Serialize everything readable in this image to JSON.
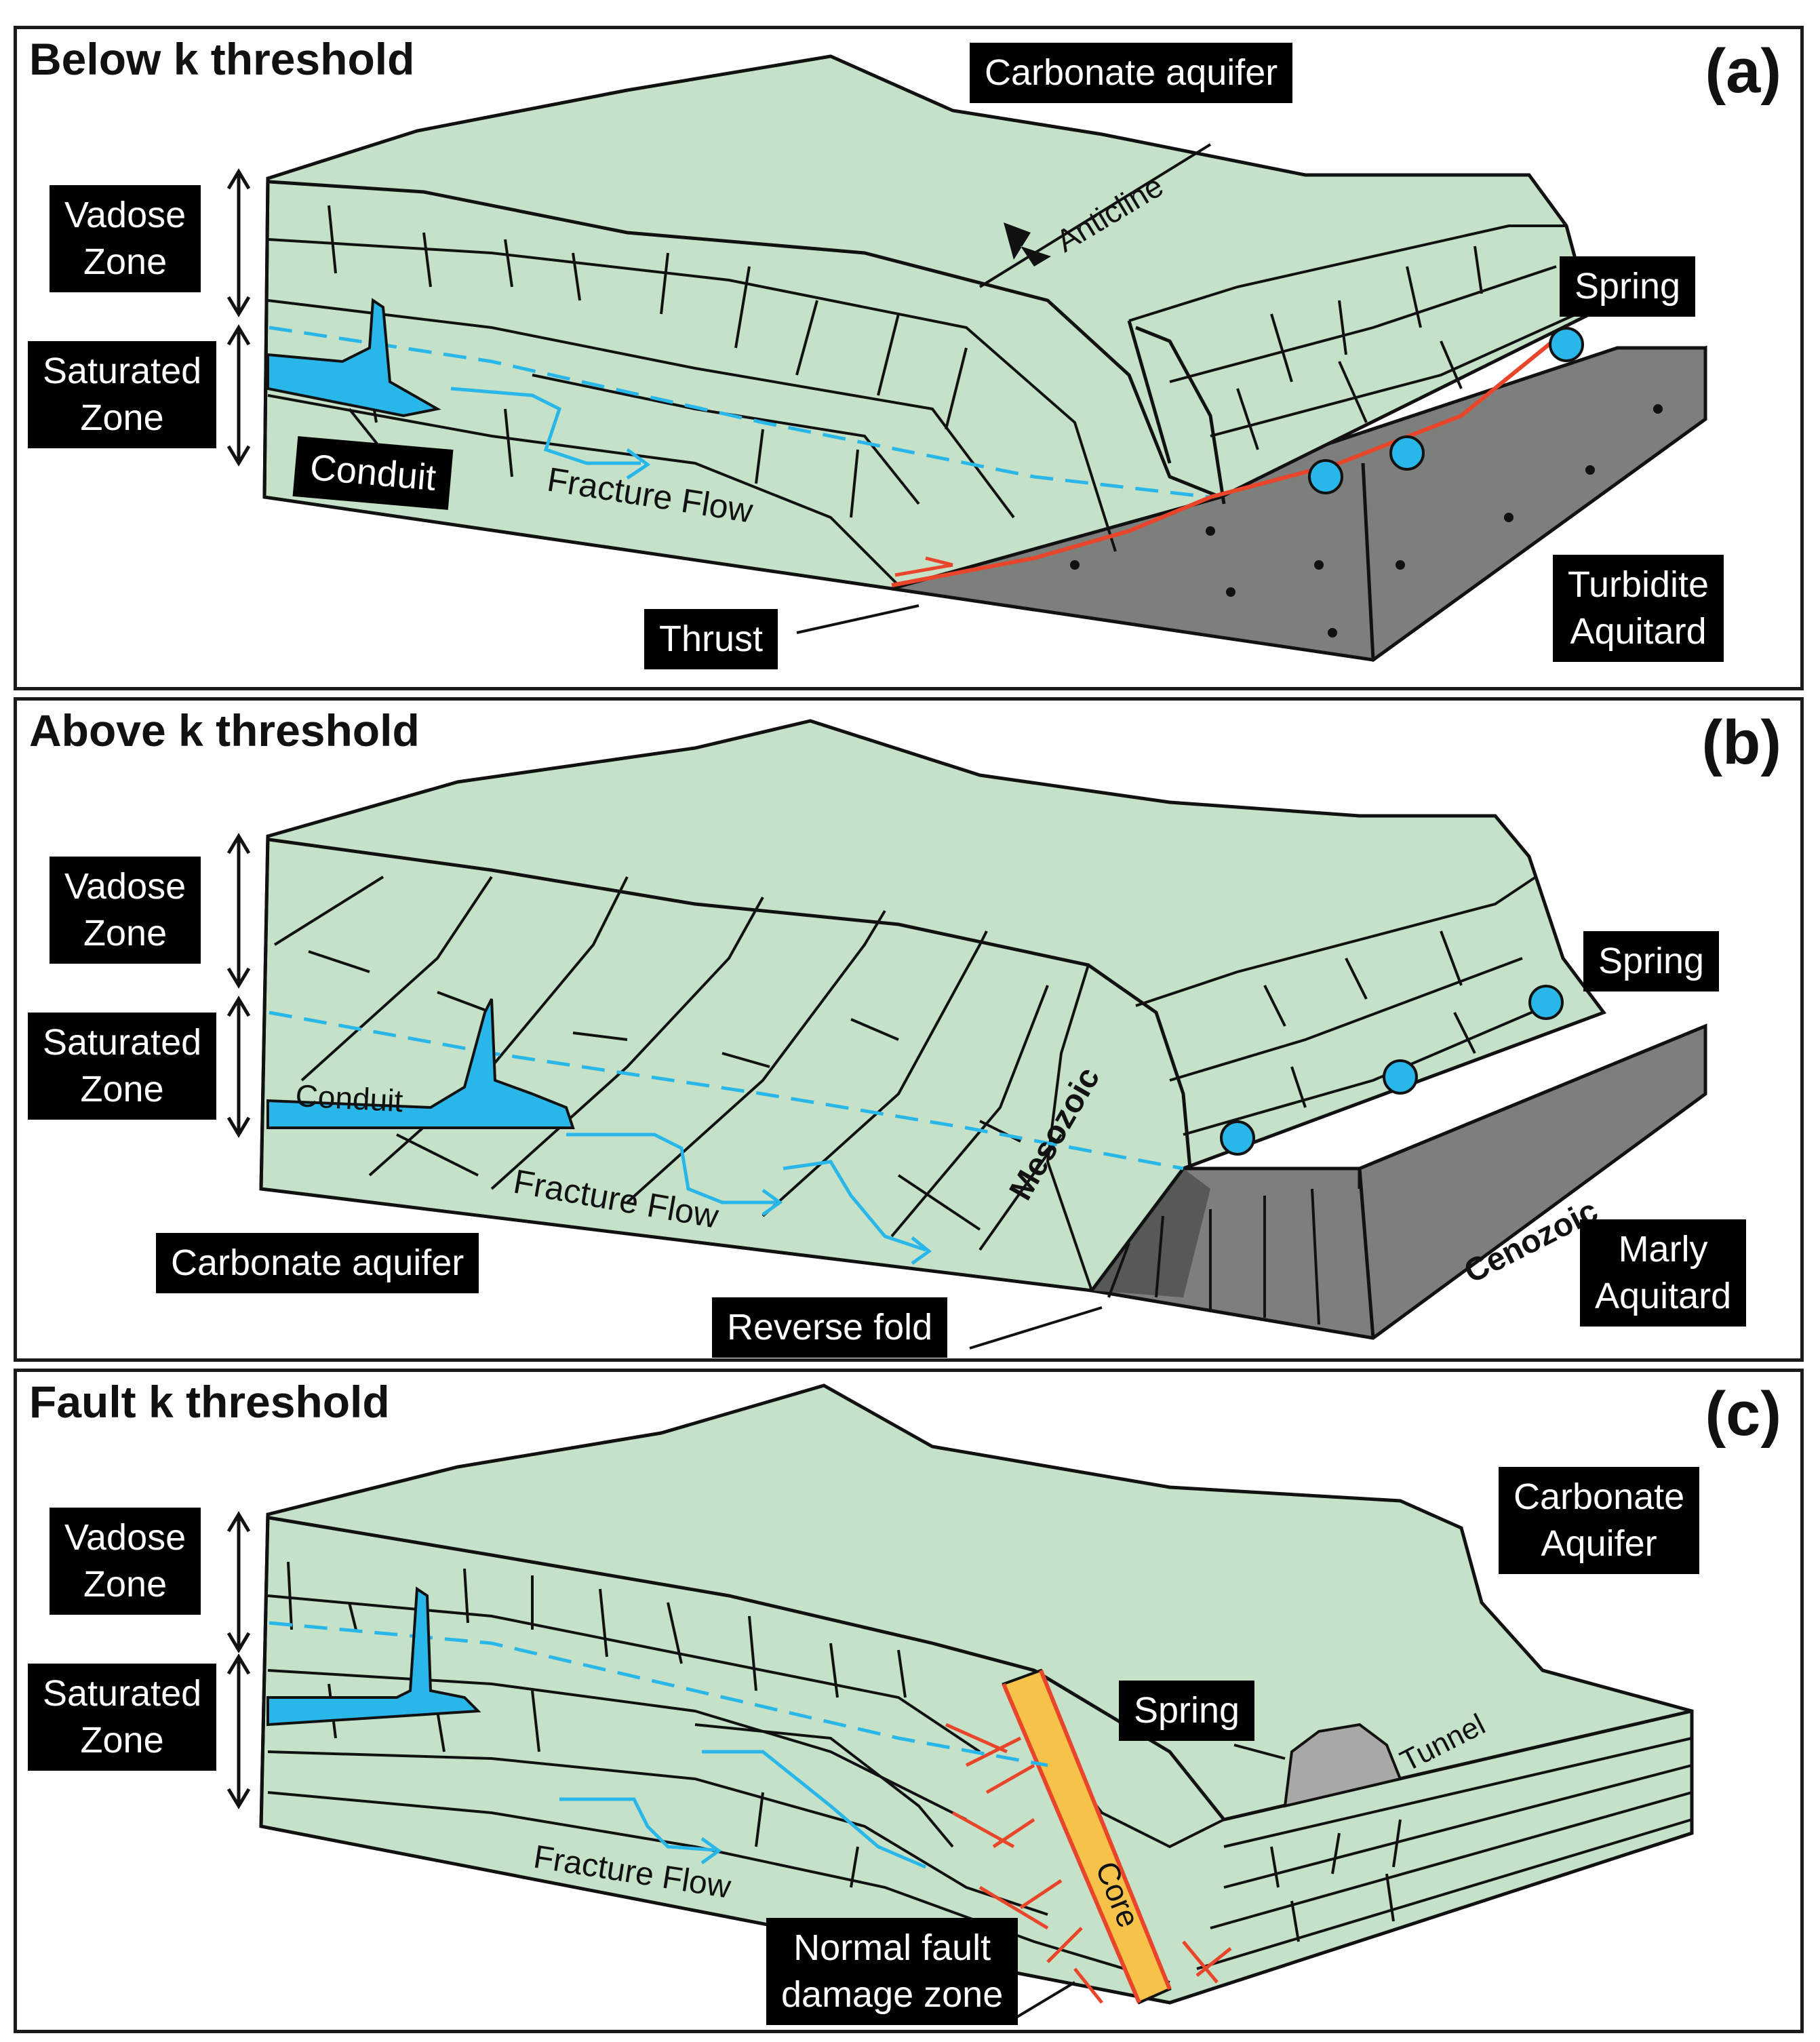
{
  "panels": [
    {
      "title": "Below k threshold",
      "letter": "(a)",
      "labels": {
        "aquifer": "Carbonate aquifer",
        "vadose": "Vadose\nZone",
        "saturated": "Saturated\nZone",
        "conduit": "Conduit",
        "fracture_flow": "Fracture Flow",
        "anticline": "Anticline",
        "spring": "Spring",
        "thrust": "Thrust",
        "aquitard": "Turbidite\nAquitard"
      }
    },
    {
      "title": "Above k threshold",
      "letter": "(b)",
      "labels": {
        "vadose": "Vadose\nZone",
        "saturated": "Saturated\nZone",
        "conduit": "Conduit",
        "fracture_flow": "Fracture Flow",
        "mesozoic": "Mesozoic",
        "cenozoic": "Cenozoic",
        "spring": "Spring",
        "aquifer": "Carbonate aquifer",
        "reverse_fold": "Reverse fold",
        "aquitard": "Marly\nAquitard"
      }
    },
    {
      "title": "Fault k threshold",
      "letter": "(c)",
      "labels": {
        "aquifer": "Carbonate\nAquifer",
        "vadose": "Vadose\nZone",
        "saturated": "Saturated\nZone",
        "spring": "Spring",
        "tunnel": "Tunnel",
        "fracture_flow": "Fracture Flow",
        "core": "Core",
        "damage_zone": "Normal fault\ndamage zone"
      }
    }
  ],
  "colors": {
    "rock": "#c5e2c9",
    "aquitard": "#7d7f7d",
    "aquitard_side": "#575957",
    "water": "#29b6e8",
    "thrust": "#e8452a",
    "fault_core": "#f7c24a",
    "tunnel": "#a8a8a4",
    "line": "#111111"
  },
  "icons": [
    "double-arrow-icon",
    "anticline-symbol-icon",
    "spring-dot-icon",
    "flow-arrow-icon"
  ]
}
